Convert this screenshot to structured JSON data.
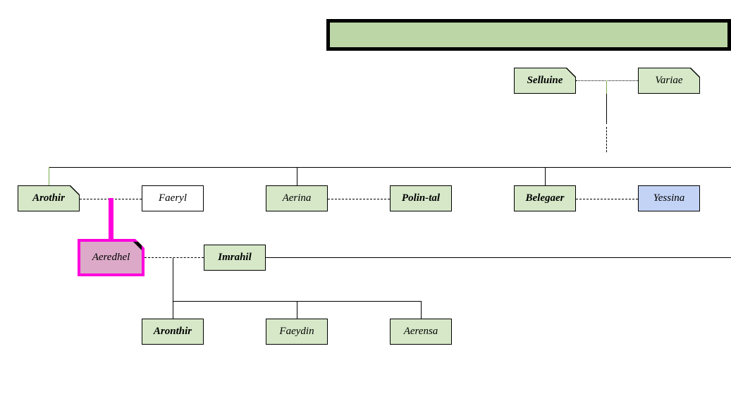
{
  "diagram": {
    "type": "family-tree",
    "title_banner": {
      "label": "",
      "fill": "#bcd6a5",
      "border": "#000000"
    },
    "palette": {
      "node_green": "#d6e8c8",
      "node_white": "#ffffff",
      "node_blue": "#c3d3f5",
      "node_pink": "#dcaac8",
      "highlight": "#ff00dd",
      "line": "#000000",
      "line_green": "#7aab4e"
    },
    "people": [
      {
        "id": "selluine",
        "label": "Selluine",
        "style": "green",
        "emphasis": "bold",
        "corner": "folded"
      },
      {
        "id": "variae",
        "label": "Variae",
        "style": "green",
        "emphasis": "normal",
        "corner": "folded"
      },
      {
        "id": "arothir",
        "label": "Arothir",
        "style": "green",
        "emphasis": "bold",
        "corner": "folded"
      },
      {
        "id": "faeryl",
        "label": "Faeryl",
        "style": "white",
        "emphasis": "normal",
        "corner": "square"
      },
      {
        "id": "aerina",
        "label": "Aerina",
        "style": "green",
        "emphasis": "normal",
        "corner": "square"
      },
      {
        "id": "polintal",
        "label": "Polin-tal",
        "style": "green",
        "emphasis": "bold",
        "corner": "square"
      },
      {
        "id": "belegaer",
        "label": "Belegaer",
        "style": "green",
        "emphasis": "bold",
        "corner": "square"
      },
      {
        "id": "yessina",
        "label": "Yessina",
        "style": "blue",
        "emphasis": "normal",
        "corner": "square"
      },
      {
        "id": "aeredhel",
        "label": "Aeredhel",
        "style": "pink",
        "emphasis": "normal",
        "corner": "folded",
        "selected": true
      },
      {
        "id": "imrahil",
        "label": "Imrahil",
        "style": "green",
        "emphasis": "bold",
        "corner": "square"
      },
      {
        "id": "aronthir",
        "label": "Aronthir",
        "style": "green",
        "emphasis": "bold",
        "corner": "square"
      },
      {
        "id": "faeydin",
        "label": "Faeydin",
        "style": "green",
        "emphasis": "normal",
        "corner": "square"
      },
      {
        "id": "aerensa",
        "label": "Aerensa",
        "style": "green",
        "emphasis": "normal",
        "corner": "square"
      }
    ],
    "unions": [
      {
        "id": "selluine-variae",
        "partners": [
          "selluine",
          "variae"
        ],
        "line": "dotted"
      },
      {
        "id": "arothir-faeryl",
        "partners": [
          "arothir",
          "faeryl"
        ],
        "line": "dashed"
      },
      {
        "id": "aerina-polintal",
        "partners": [
          "aerina",
          "polintal"
        ],
        "line": "dashed"
      },
      {
        "id": "belegaer-yessina",
        "partners": [
          "belegaer",
          "yessina"
        ],
        "line": "dashed"
      },
      {
        "id": "aeredhel-imrahil",
        "partners": [
          "aeredhel",
          "imrahil"
        ],
        "line": "dashed",
        "highlighted": true
      }
    ],
    "descent": [
      {
        "from": "selluine-variae",
        "children": [
          "arothir",
          "aerina",
          "belegaer"
        ]
      },
      {
        "from": "arothir-faeryl",
        "children": [
          "aeredhel"
        ],
        "highlighted": true
      },
      {
        "from": "aeredhel-imrahil",
        "children": [
          "aronthir",
          "faeydin",
          "aerensa"
        ]
      }
    ]
  }
}
